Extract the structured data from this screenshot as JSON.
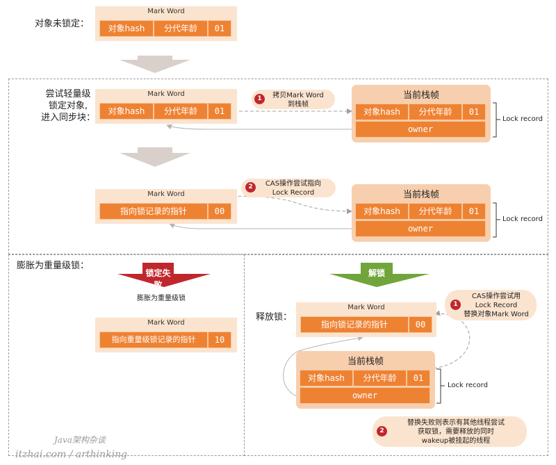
{
  "row1": {
    "label": "对象未锁定：",
    "mw_title": "Mark Word",
    "cells": [
      "对象hash",
      "分代年龄",
      "01"
    ]
  },
  "sec2": {
    "label_lines": [
      "尝试轻量级",
      "锁定对象,",
      "进入同步块："
    ],
    "mw_a": {
      "title": "Mark Word",
      "cells": [
        "对象hash",
        "分代年龄",
        "01"
      ]
    },
    "bubble1": {
      "num": "1",
      "lines": [
        "拷贝Mark Word",
        "到栈帧"
      ]
    },
    "frame_a": {
      "title": "当前栈帧",
      "cells": [
        "对象hash",
        "分代年龄",
        "01"
      ],
      "owner": "owner",
      "lock_record": "Lock record"
    },
    "bubble2": {
      "num": "2",
      "lines": [
        "CAS操作尝试指向",
        "Lock Record"
      ]
    },
    "mw_b": {
      "title": "Mark Word",
      "cells": [
        "指向锁记录的指针",
        "00"
      ]
    },
    "frame_b": {
      "title": "当前栈帧",
      "cells": [
        "对象hash",
        "分代年龄",
        "01"
      ],
      "owner": "owner",
      "lock_record": "Lock record"
    }
  },
  "left3": {
    "label": "膨胀为重量级锁：",
    "arrow_label": "锁定失败",
    "caption": "膨胀为重量级锁",
    "mw": {
      "title": "Mark Word",
      "cells": [
        "指向重量级锁记录的指针",
        "10"
      ]
    }
  },
  "right3": {
    "arrow_label": "解锁",
    "label": "释放锁：",
    "mw": {
      "title": "Mark Word",
      "cells": [
        "指向锁记录的指针",
        "00"
      ]
    },
    "bubble1": {
      "num": "1",
      "lines": [
        "CAS操作尝试用",
        "Lock Record",
        "替换对象Mark Word"
      ]
    },
    "frame": {
      "title": "当前栈帧",
      "cells": [
        "对象hash",
        "分代年龄",
        "01"
      ],
      "owner": "owner",
      "lock_record": "Lock record"
    },
    "bubble2": {
      "num": "2",
      "lines": [
        "替换失败则表示有其他线程尝试",
        "获取锁，需要释放的同时",
        "wakeup被挂起的线程"
      ]
    }
  },
  "watermark": {
    "line1": "Java架构杂谈",
    "line2": "itzhai.com / arthinking"
  },
  "colors": {
    "cell": "#ee8233",
    "panel": "#fbe4cf",
    "frame": "#f7cfae",
    "fail_arrow": "#c0272d",
    "unlock_arrow": "#6fa53a",
    "grey_arrow": "#d9d0cb"
  }
}
